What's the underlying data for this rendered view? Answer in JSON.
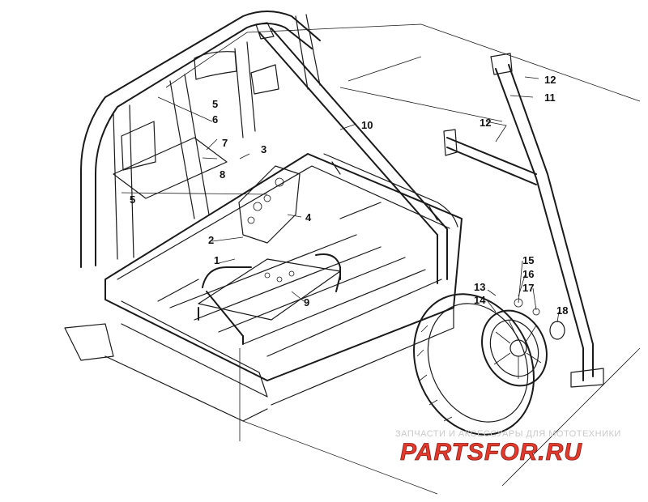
{
  "diagram": {
    "callouts": [
      {
        "id": "1",
        "label": "1"
      },
      {
        "id": "2",
        "label": "2"
      },
      {
        "id": "3",
        "label": "3"
      },
      {
        "id": "4",
        "label": "4"
      },
      {
        "id": "5a",
        "label": "5"
      },
      {
        "id": "5b",
        "label": "5"
      },
      {
        "id": "6",
        "label": "6"
      },
      {
        "id": "7",
        "label": "7"
      },
      {
        "id": "8",
        "label": "8"
      },
      {
        "id": "9",
        "label": "9"
      },
      {
        "id": "10",
        "label": "10"
      },
      {
        "id": "11",
        "label": "11"
      },
      {
        "id": "12a",
        "label": "12"
      },
      {
        "id": "12b",
        "label": "12"
      },
      {
        "id": "13",
        "label": "13"
      },
      {
        "id": "14",
        "label": "14"
      },
      {
        "id": "15",
        "label": "15"
      },
      {
        "id": "16",
        "label": "16"
      },
      {
        "id": "17",
        "label": "17"
      },
      {
        "id": "18",
        "label": "18"
      }
    ]
  },
  "watermark": {
    "tagline": "ЗАПЧАСТИ И АКСЕССУАРЫ ДЛЯ МОТОТЕХНИКИ",
    "logo_text": "PARTSFOR.RU",
    "logo_color": "#e23b2e"
  }
}
